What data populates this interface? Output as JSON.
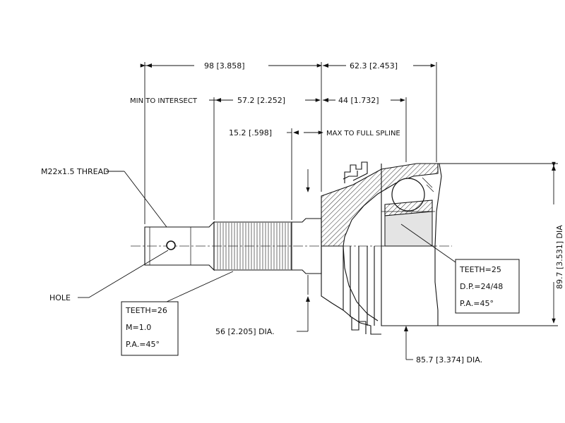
{
  "dimensions": {
    "overall_length": "98 [3.858]",
    "outer_length": "62.3 [2.453]",
    "min_to_intersect": "MIN TO INTERSECT",
    "shaft_length": "57.2 [2.252]",
    "spline_offset": "44 [1.732]",
    "spline_length": "15.2 [.598]",
    "max_to_full_spline": "MAX TO FULL SPLINE",
    "outer_dia": "89.7 [3.531] DIA",
    "abs_dia": "85.7 [3.374] DIA.",
    "neck_dia": "56 [2.205] DIA."
  },
  "labels": {
    "thread": "M22x1.5 THREAD",
    "hole": "HOLE"
  },
  "spec_boxes": {
    "shaft_spline": [
      "TEETH=26",
      "M=1.0",
      "P.A.=45°"
    ],
    "inner_spline": [
      "TEETH=25",
      "D.P.=24/48",
      "P.A.=45°"
    ]
  }
}
